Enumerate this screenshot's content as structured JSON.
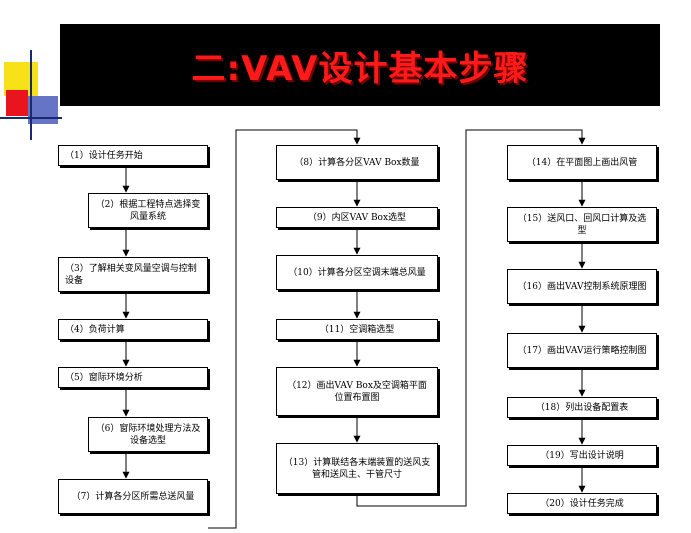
{
  "slide": {
    "title": "二:VAV设计基本步骤",
    "colors": {
      "title_bg": "#000000",
      "title_text": "#ff1a1a",
      "deco_yellow": "#f7e21a",
      "deco_red": "#e8141e",
      "deco_blue": "#4655b4"
    }
  },
  "steps": [
    "（1）设计任务开始",
    "（2）根据工程特点选择变风量系统",
    "（3）了解相关变风量空调与控制设备",
    "（4）负荷计算",
    "（5）窗际环境分析",
    "（6）窗际环境处理方法及设备选型",
    "（7）计算各分区所需总送风量",
    "（8）计算各分区VAV Box数量",
    "（9）内区VAV Box选型",
    "（10）计算各分区空调末端总风量",
    "（11）空调箱选型",
    "（12）画出VAV Box及空调箱平面位置布置图",
    "（13）计算联结各末端装置的送风支管和送风主、干管尺寸",
    "（14）在平面图上画出风管",
    "（15）送风口、回风口计算及选型",
    "（16）画出VAV控制系统原理图",
    "（17）画出VAV运行策略控制图",
    "（18）列出设备配置表",
    "（19）写出设计说明",
    "（20）设计任务完成"
  ]
}
